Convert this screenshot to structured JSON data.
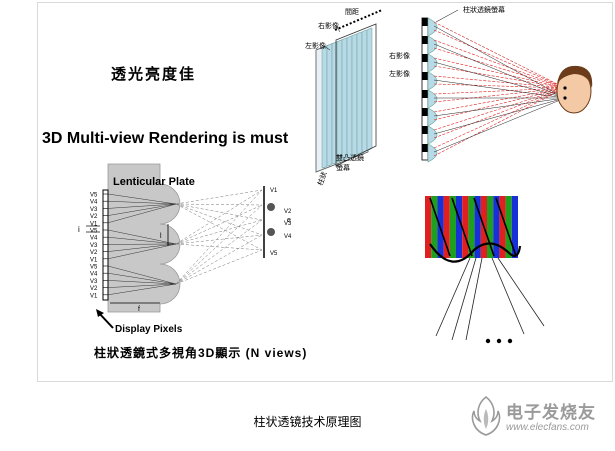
{
  "frame": {
    "heading_zh": "透光亮度佳",
    "heading_en": "3D Multi-view Rendering is must",
    "left_diagram": {
      "plate_label": "Lenticular Plate",
      "pixel_label": "Display Pixels",
      "caption_zh": "柱狀透鏡式多視角3D顯示 (N views)",
      "pixel_labels": [
        "V5",
        "V4",
        "V3",
        "V2",
        "V1",
        "V5",
        "V4",
        "V3",
        "V2",
        "V1",
        "V5",
        "V4",
        "V3",
        "V2",
        "V1"
      ],
      "view_labels": [
        "V1",
        "V2",
        "V3",
        "V4",
        "V5"
      ],
      "dim_i": "i",
      "dim_l": "l",
      "dim_e": "e",
      "dim_f": "f"
    },
    "top_middle": {
      "label_right_image": "右影像",
      "label_left_image": "左影像",
      "label_cylinder": "柱狀",
      "label_lens_screen": "雙凸透鏡",
      "label_screen": "螢幕",
      "label_pixel_pitch": "間距"
    },
    "top_right": {
      "label_screen": "柱狀透鏡螢幕",
      "label_right_image": "右影像",
      "label_left_image": "左影像"
    },
    "bottom_right": {
      "ellipsis": "• • •"
    },
    "colors": {
      "lens_fill": "#b8d9e6",
      "red_ray": "#e02020",
      "plate_gray": "#c8c8c8",
      "subpixel_red": "#e02020",
      "subpixel_green": "#1ea01e",
      "subpixel_blue": "#1830d8"
    }
  },
  "caption": "柱状透镜技术原理图",
  "watermark": {
    "name": "电子发烧友",
    "url": "www.elecfans.com",
    "icon": "elecfans-logo-icon"
  }
}
